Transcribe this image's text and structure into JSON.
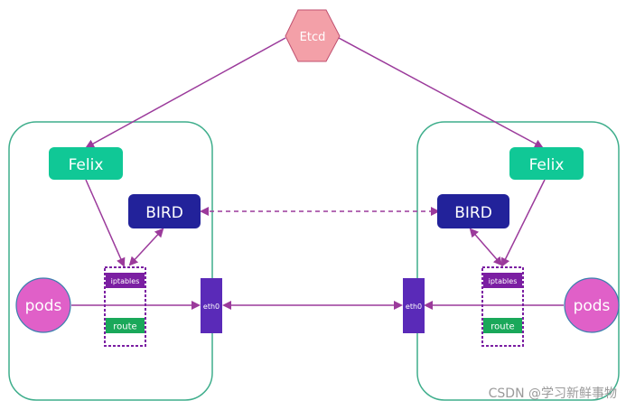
{
  "nodes": {
    "etcd": {
      "label": "Etcd",
      "color": "#f3a0a8",
      "stroke": "#c05070"
    },
    "felix": {
      "label": "Felix",
      "color": "#10c896"
    },
    "bird": {
      "label": "BIRD",
      "color": "#22229a"
    },
    "iptables": {
      "label": "iptables",
      "color": "#7b1fa2"
    },
    "route": {
      "label": "route",
      "color": "#1aa85a"
    },
    "eth0": {
      "label": "eth0",
      "color": "#5a2ab8"
    },
    "pods": {
      "label": "pods",
      "color": "#e060c8",
      "stroke": "#3a7fae"
    }
  },
  "host_border_color": "#3fae8c",
  "edge_color": "#9b3a9b",
  "watermark": "CSDN @学习新鲜事物"
}
